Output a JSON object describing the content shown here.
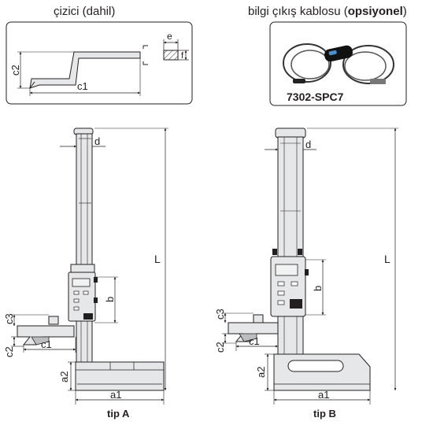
{
  "captions": {
    "scriber": "çizici (dahil)",
    "cable_prefix": "bilgi çıkış kablosu (",
    "cable_bold": "opsiyonel",
    "cable_suffix": ")",
    "cable_model": "7302-SPC7"
  },
  "labels": {
    "e": "e",
    "f": "f",
    "c1": "c1",
    "c2": "c2",
    "c3": "c3",
    "d": "d",
    "L": "L",
    "b": "b",
    "a1": "a1",
    "a2": "a2"
  },
  "types": {
    "a": "tip A",
    "b": "tip B"
  },
  "colors": {
    "body_fill": "#e6e7e8",
    "line": "#231f20",
    "display": "#f1f2f2"
  }
}
